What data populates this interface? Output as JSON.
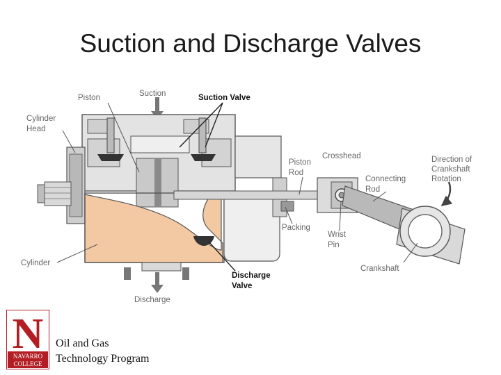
{
  "slide": {
    "title": "Suction and Discharge Valves",
    "program_line1": "Oil and Gas",
    "program_line2": "Technology Program"
  },
  "logo": {
    "letter": "N",
    "line1": "NAVARRO",
    "line2": "COLLEGE",
    "color": "#b21e24"
  },
  "diagram": {
    "labels": {
      "piston": "Piston",
      "suction": "Suction",
      "suction_valve": "Suction Valve",
      "cylinder_head_1": "Cylinder",
      "cylinder_head_2": "Head",
      "crosshead": "Crosshead",
      "piston_rod_1": "Piston",
      "piston_rod_2": "Rod",
      "direction_1": "Direction of",
      "direction_2": "Crankshaft",
      "direction_3": "Rotation",
      "connecting_rod_1": "Connecting",
      "connecting_rod_2": "Rod",
      "packing": "Packing",
      "wrist_pin_1": "Wrist",
      "wrist_pin_2": "Pin",
      "cylinder": "Cylinder",
      "discharge_valve_1": "Discharge",
      "discharge_valve_2": "Valve",
      "crankshaft": "Crankshaft",
      "discharge": "Discharge"
    },
    "colors": {
      "gas": "#f2c9a2",
      "metal_light": "#e6e6e6",
      "metal_mid": "#bdbdbd",
      "metal_dark": "#777777",
      "outline": "#555555"
    }
  }
}
